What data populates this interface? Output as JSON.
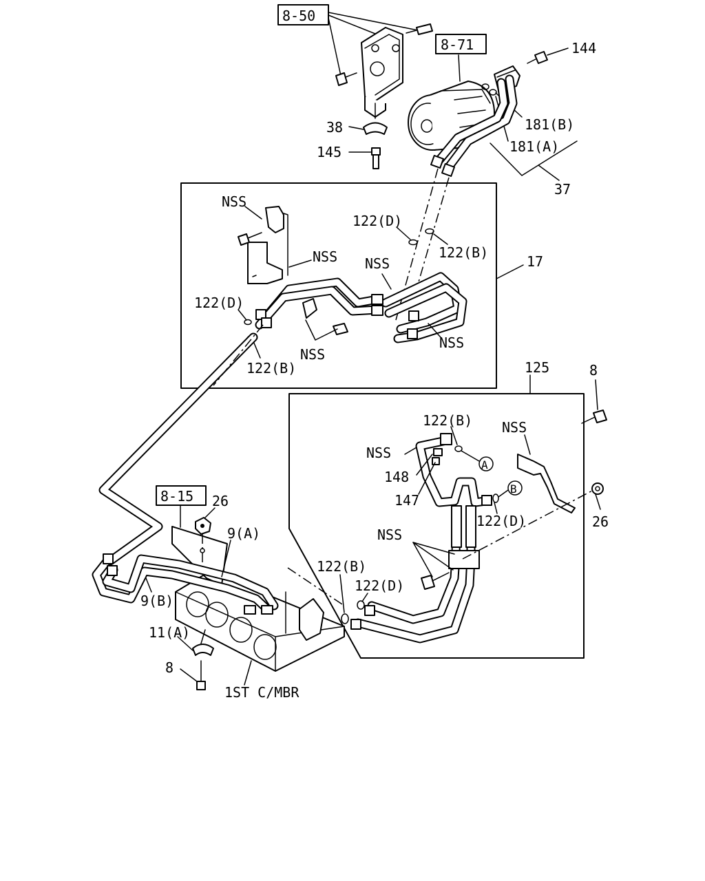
{
  "diagram": {
    "refs": {
      "ref_8_50": "8-50",
      "ref_8_71": "8-71",
      "ref_8_15": "8-15"
    },
    "labels": {
      "p144": "144",
      "p181b": "181(B)",
      "p181a": "181(A)",
      "p37": "37",
      "p38": "38",
      "p145": "145",
      "p17": "17",
      "nss_bracket_top": "NSS",
      "nss_bracket_right": "NSS",
      "nss_hose_top": "NSS",
      "nss_hose_bottom": "NSS",
      "nss_clip_bottom": "NSS",
      "p122d_upper": "122(D)",
      "p122b_upper": "122(B)",
      "p122d_left": "122(D)",
      "p122b_left": "122(B)",
      "p125": "125",
      "p8_top": "8",
      "nss_bracket_125": "NSS",
      "p122b_125": "122(B)",
      "nss_pipe_125": "NSS",
      "p148": "148",
      "p147": "147",
      "p122d_125": "122(D)",
      "p26_right": "26",
      "nss_bolt_125": "NSS",
      "p122b_lower": "122(B)",
      "p122d_lower": "122(D)",
      "p26_left": "26",
      "p9a": "9(A)",
      "p9b": "9(B)",
      "p11a": "11(A)",
      "p8_bottom": "8",
      "first_member": "1ST C/MBR"
    },
    "callouts": {
      "circle_a": "A",
      "circle_b": "B"
    }
  }
}
